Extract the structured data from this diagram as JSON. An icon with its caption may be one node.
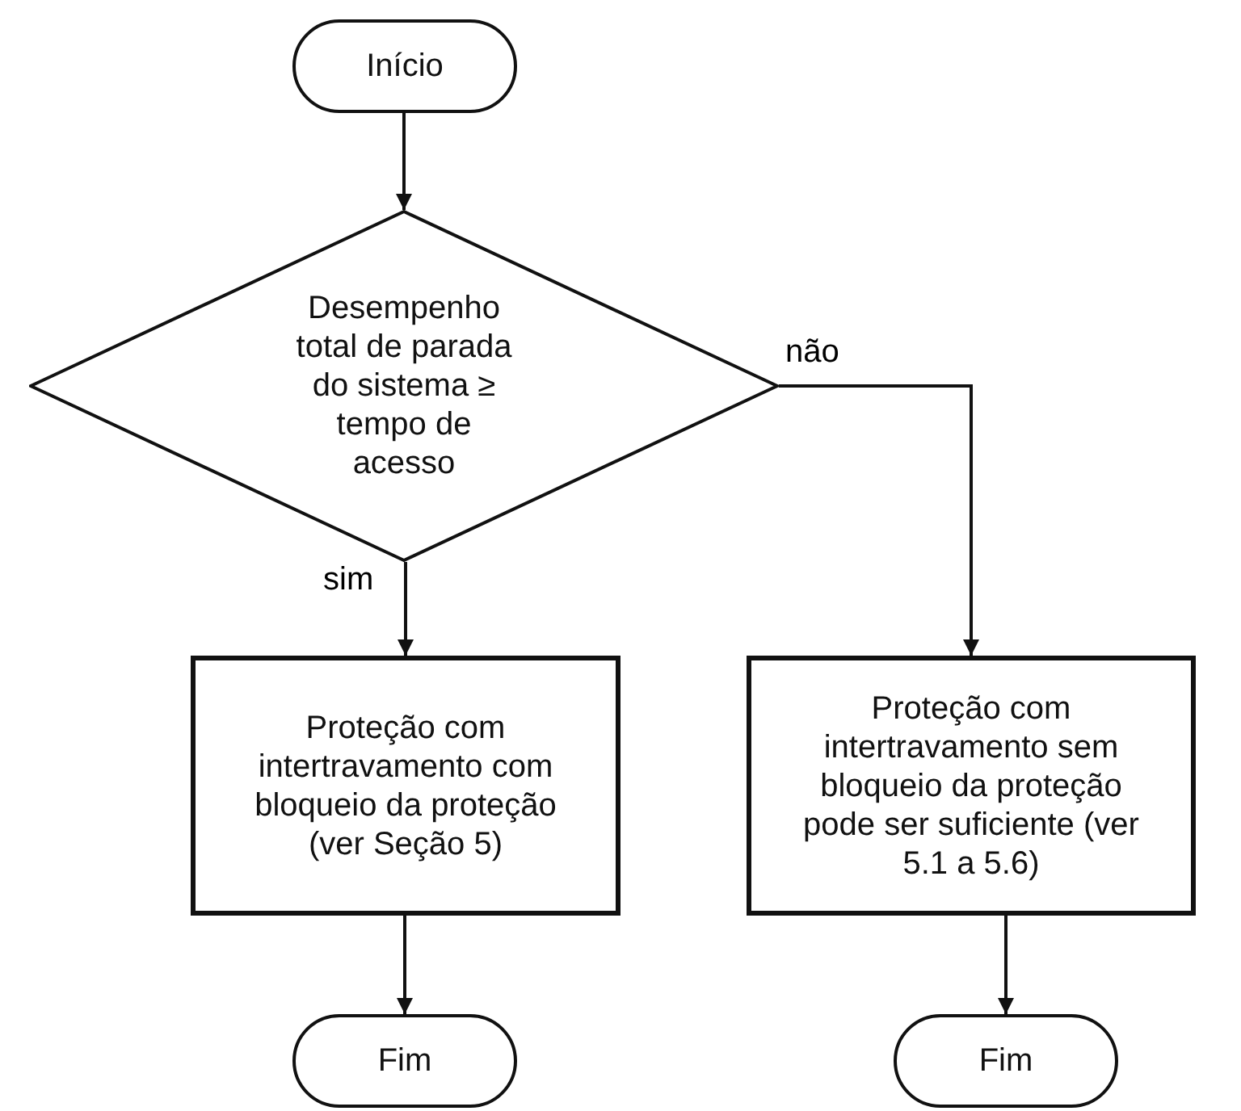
{
  "diagram": {
    "nodes": [
      {
        "text": [
          "Início"
        ]
      },
      {
        "text": [
          "Desempenho total de parada do sistema ≥ tempo de acesso"
        ]
      },
      {
        "text": [
          "Proteção com intertravamento com bloqueio da proteção (ver Seção 5)"
        ]
      },
      {
        "text": [
          "Proteção com intertravamento sem bloqueio da proteção pode ser suficiente (ver 5.1 a 5.6)"
        ]
      },
      {
        "text": [
          "Fim"
        ]
      },
      {
        "text": [
          "Fim"
        ]
      }
    ],
    "edges": [
      {
        "from": 0,
        "to": 1,
        "arrow": "to"
      },
      {
        "from": 1,
        "to": 2,
        "arrow": "to",
        "label": "sim"
      },
      {
        "from": 1,
        "to": 3,
        "arrow": "to",
        "label": "não"
      },
      {
        "from": 2,
        "to": 4,
        "arrow": "to"
      },
      {
        "from": 3,
        "to": 5,
        "arrow": "to"
      }
    ]
  }
}
